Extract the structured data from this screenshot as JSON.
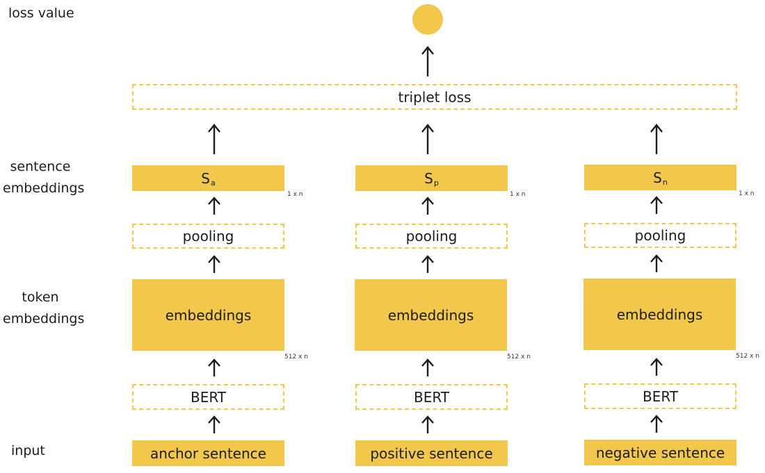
{
  "row_labels": {
    "loss_value": "loss value",
    "sentence_embeddings": [
      "sentence",
      "embeddings"
    ],
    "token_embeddings": [
      "token",
      "embeddings"
    ],
    "input": "input"
  },
  "triplet_loss_label": "triplet loss",
  "dims": {
    "sentence": "1 x n",
    "token": "512 x n"
  },
  "columns": [
    {
      "input": "anchor sentence",
      "bert": "BERT",
      "embeddings": "embeddings",
      "pooling": "pooling",
      "s_main": "S",
      "s_sub": "a"
    },
    {
      "input": "positive sentence",
      "bert": "BERT",
      "embeddings": "embeddings",
      "pooling": "pooling",
      "s_main": "S",
      "s_sub": "p"
    },
    {
      "input": "negative sentence",
      "bert": "BERT",
      "embeddings": "embeddings",
      "pooling": "pooling",
      "s_main": "S",
      "s_sub": "n"
    }
  ],
  "colors": {
    "accent": "#f1c84b",
    "ink": "#1c1c1c"
  }
}
